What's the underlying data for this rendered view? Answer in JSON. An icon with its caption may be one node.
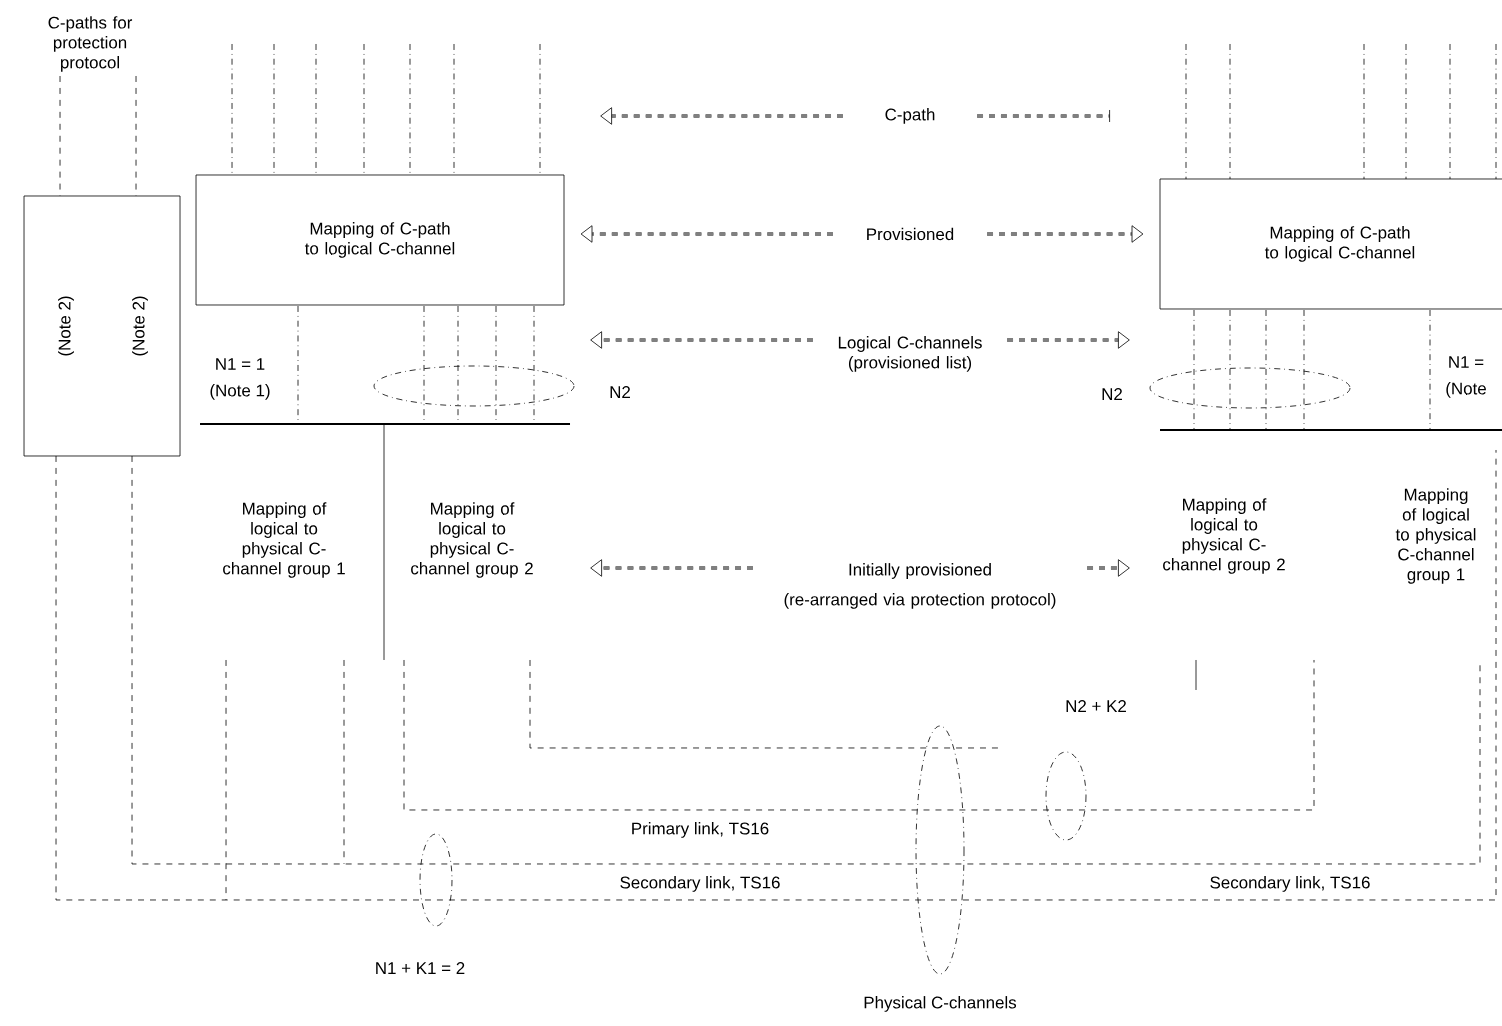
{
  "diagram": {
    "nodes": [
      {
        "text": [
          "(Note 2)",
          "(Note 2)"
        ]
      },
      {
        "text": [
          "Mapping of C-path to logical C-channel"
        ]
      },
      {
        "text": [
          "Mapping of C-path to logical C-channel"
        ]
      },
      {
        "text": [
          "C-path"
        ]
      },
      {
        "text": [
          "Provisioned"
        ]
      },
      {
        "text": [
          "Logical C-channels (provisioned list)"
        ]
      },
      {
        "text": [
          "Initially provisioned",
          "(re-arranged via protection protocol)"
        ]
      }
    ],
    "edges": [
      {
        "from": 3,
        "to": null,
        "arrow": "to"
      },
      {
        "from": 3,
        "to": null,
        "arrow": "none"
      },
      {
        "from": 4,
        "to": 1,
        "arrow": "to"
      },
      {
        "from": 4,
        "to": 2,
        "arrow": "to"
      },
      {
        "from": 5,
        "to": null,
        "arrow": "to"
      },
      {
        "from": 5,
        "to": null,
        "arrow": "to"
      },
      {
        "from": 6,
        "to": null,
        "arrow": "to"
      },
      {
        "from": 6,
        "to": null,
        "arrow": "to"
      }
    ],
    "labels": [
      "C-paths for protection protocol",
      "N1 = 1",
      "(Note 1)",
      "N2",
      "N2",
      "N1 =",
      "(Note",
      "Mapping of logical to physical C-channel group 1",
      "Mapping of logical to physical C-channel group 2",
      "Mapping of logical to physical C-channel group 2",
      "Mapping of logical to physical C-channel group 1",
      "N2 + K2",
      "Primary link, TS16",
      "Secondary link, TS16",
      "Secondary link, TS16",
      "N1 + K1 = 2",
      "Physical C-channels"
    ]
  }
}
